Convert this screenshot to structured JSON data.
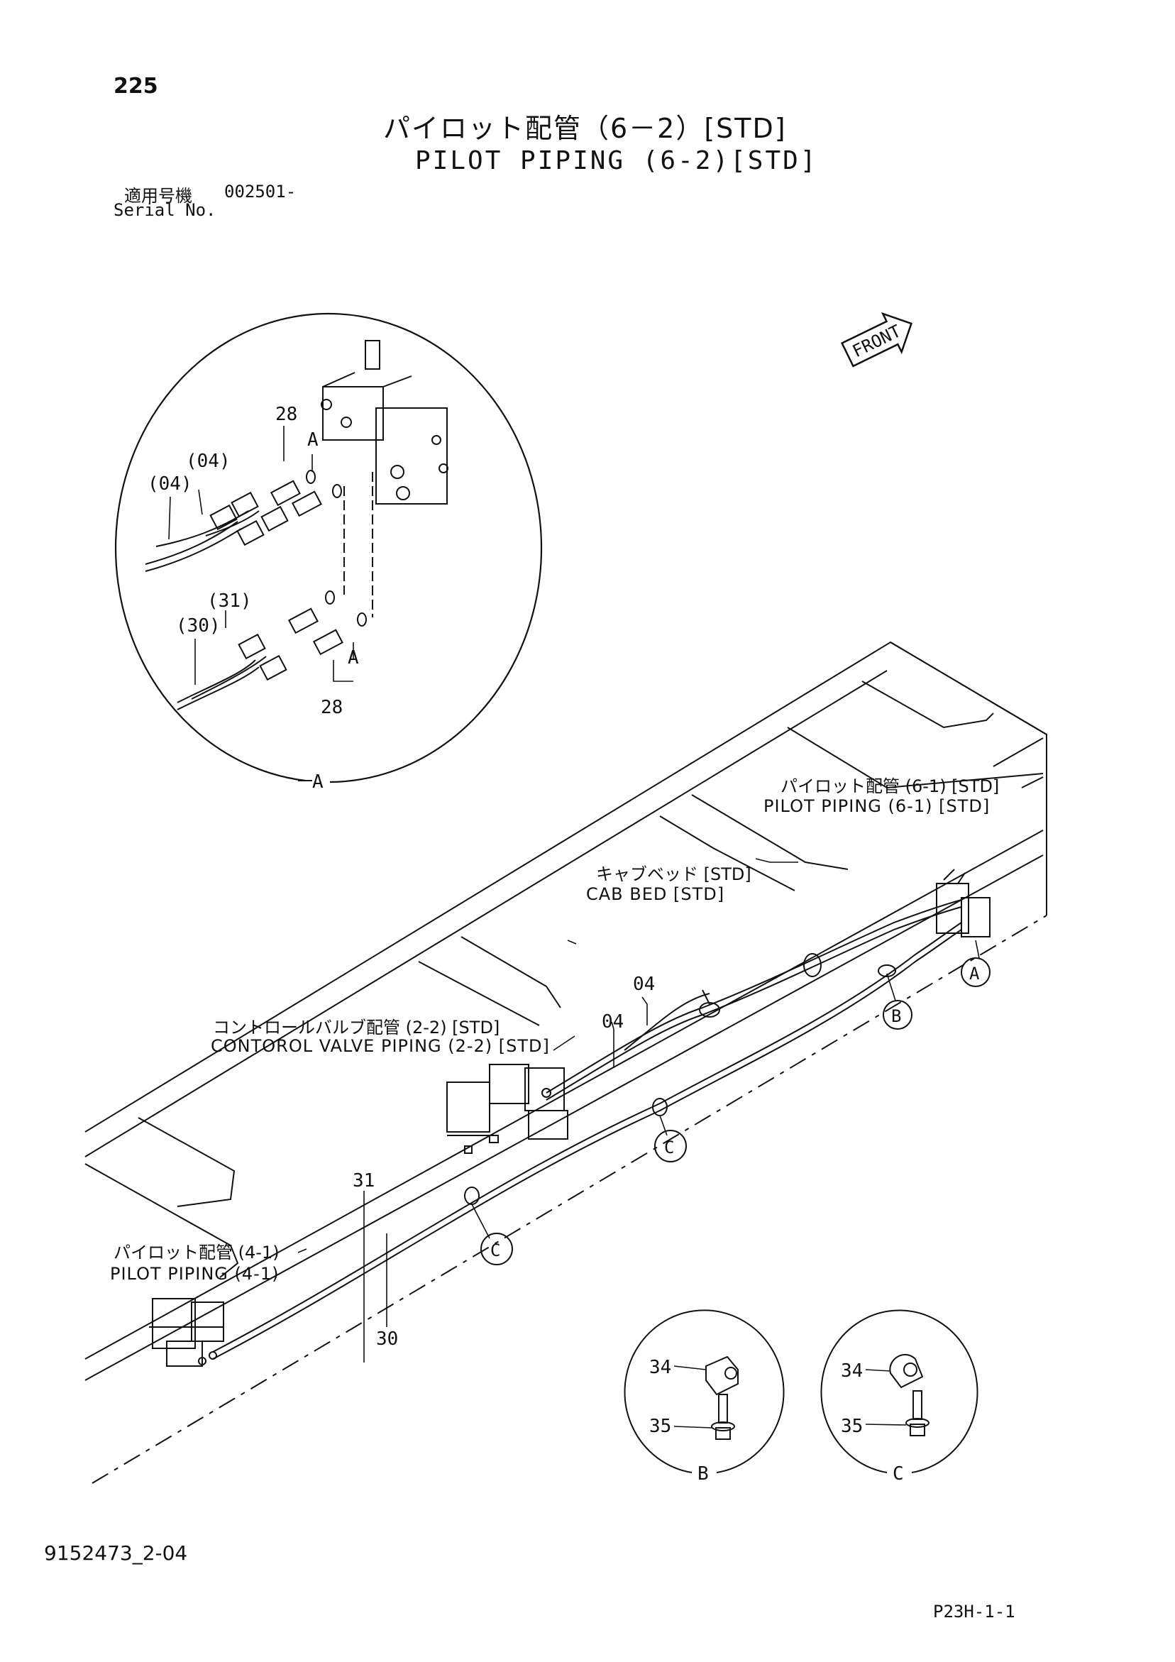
{
  "header": {
    "page_number": "225",
    "title_jp": "パイロット配管（6－2）[STD]",
    "title_en": "PILOT PIPING (6-2)[STD]",
    "serial_label_jp": "適用号機",
    "serial_value": "002501-",
    "serial_label_en": "Serial No."
  },
  "front_label": "FRONT",
  "references": {
    "pilot_6_1_jp": "パイロット配管 (6-1) [STD]",
    "pilot_6_1_en": "PILOT PIPING (6-1) [STD]",
    "cab_bed_jp": "キャブベッド [STD]",
    "cab_bed_en": "CAB BED [STD]",
    "control_valve_jp": "コントロールバルブ配管 (2-2) [STD]",
    "control_valve_en": "CONTOROL VALVE PIPING (2-2) [STD]",
    "pilot_4_1_jp": "パイロット配管 (4-1)",
    "pilot_4_1_en": "PILOT PIPING (4-1)"
  },
  "detail_a": {
    "view_label": "A",
    "parts": [
      "28",
      "(04)",
      "(04)",
      "(31)",
      "(30)",
      "28"
    ],
    "marker": "A"
  },
  "main_parts": {
    "p04a": "04",
    "p04b": "04",
    "p31": "31",
    "p30": "30"
  },
  "callouts": {
    "a": "A",
    "b": "B",
    "c1": "C",
    "c2": "C"
  },
  "detail_b": {
    "view_label": "B",
    "part_34": "34",
    "part_35": "35"
  },
  "detail_c": {
    "view_label": "C",
    "part_34": "34",
    "part_35": "35"
  },
  "footer": {
    "drawing_code": "9152473_2-04",
    "page_code": "P23H-1-1"
  },
  "colors": {
    "ink": "#111111",
    "paper": "#ffffff"
  }
}
